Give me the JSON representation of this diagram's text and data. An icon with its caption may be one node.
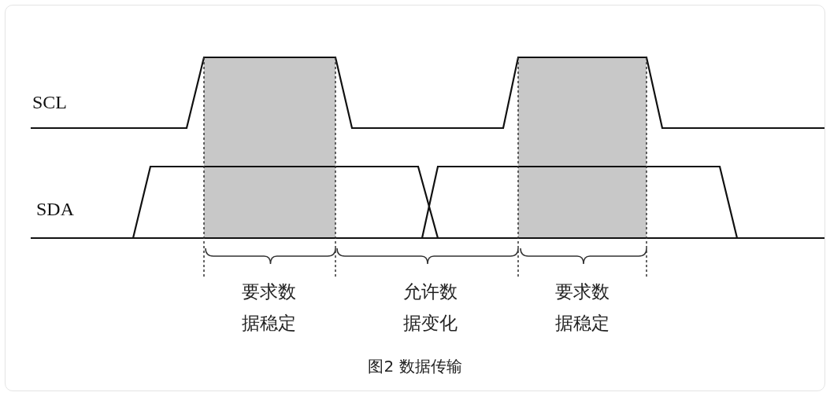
{
  "diagram": {
    "caption": "图2 数据传输",
    "labels": [
      "SCL",
      "SDA",
      "要求数据稳定",
      "允许数据变化",
      "要求数据稳定"
    ]
  }
}
